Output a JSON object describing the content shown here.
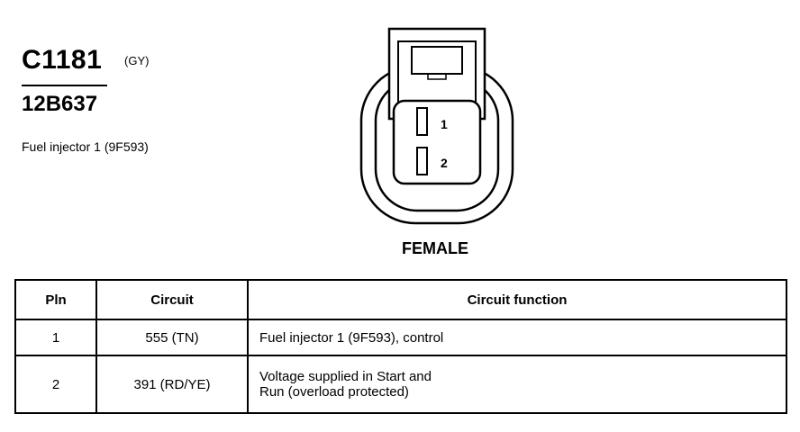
{
  "connector": {
    "id": "C1181",
    "color_code": "(GY)",
    "part_number": "12B637",
    "description": "Fuel injector 1 (9F593)",
    "gender": "FEMALE",
    "pin_labels": [
      "1",
      "2"
    ]
  },
  "table": {
    "headers": [
      "Pln",
      "Circuit",
      "Circuit function"
    ],
    "rows": [
      {
        "pin": "1",
        "circuit": "555 (TN)",
        "function_lines": [
          "Fuel injector 1 (9F593), control"
        ]
      },
      {
        "pin": "2",
        "circuit": "391 (RD/YE)",
        "function_lines": [
          "Voltage supplied in Start and",
          "Run (overload protected)"
        ]
      }
    ]
  }
}
